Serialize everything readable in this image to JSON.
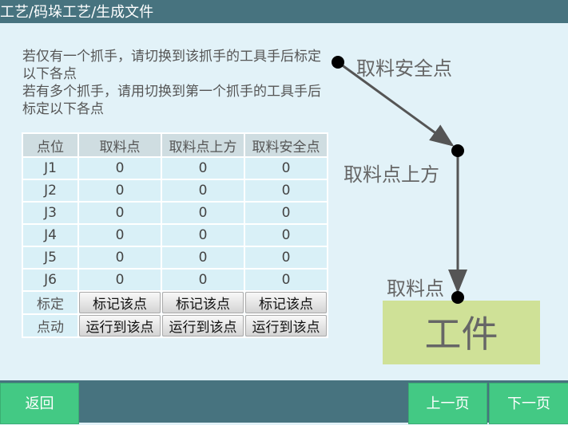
{
  "header": {
    "title": "工艺/码垛工艺/生成文件"
  },
  "instructions": [
    "若仅有一个抓手，请切换到该抓手的工具手后标定以下各点",
    "若有多个抓手，请用切换到第一个抓手的工具手后标定以下各点"
  ],
  "table": {
    "headers": [
      "点位",
      "取料点",
      "取料点上方",
      "取料安全点"
    ],
    "rows": [
      [
        "J1",
        "0",
        "0",
        "0"
      ],
      [
        "J2",
        "0",
        "0",
        "0"
      ],
      [
        "J3",
        "0",
        "0",
        "0"
      ],
      [
        "J4",
        "0",
        "0",
        "0"
      ],
      [
        "J5",
        "0",
        "0",
        "0"
      ],
      [
        "J6",
        "0",
        "0",
        "0"
      ]
    ],
    "mark_label": "标定",
    "mark_button": "标记该点",
    "jog_label": "点动",
    "jog_button": "运行到该点"
  },
  "diagram": {
    "safe_point": "取料安全点",
    "above_point": "取料点上方",
    "pick_point": "取料点",
    "workpiece": "工件"
  },
  "footer": {
    "back": "返回",
    "prev": "上一页",
    "next": "下一页"
  }
}
